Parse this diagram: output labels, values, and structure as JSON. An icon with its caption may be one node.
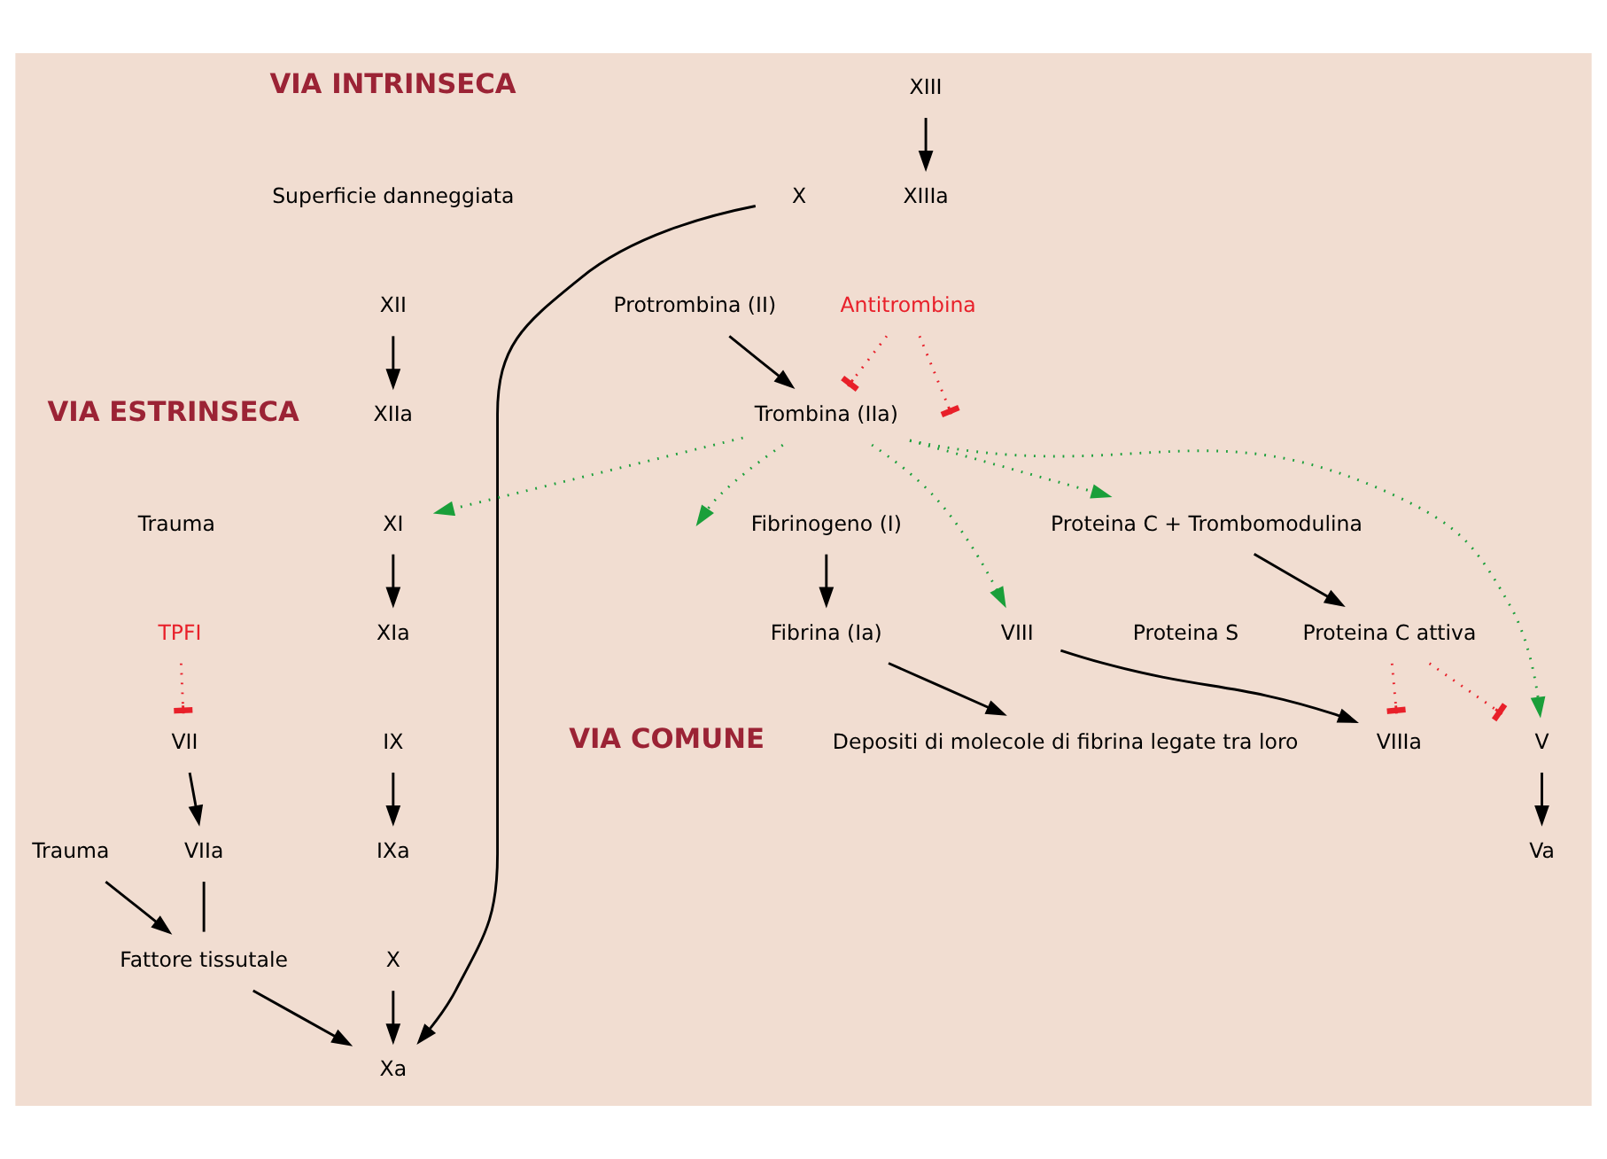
{
  "diagram": {
    "nodes": [
      {
        "text": [
          "XII"
        ]
      },
      {
        "text": [
          "Superficie danneggiata"
        ]
      },
      {
        "text": [
          "XIIa"
        ]
      },
      {
        "text": [
          "XI"
        ]
      },
      {
        "text": [
          "XIa"
        ]
      },
      {
        "text": [
          "IX"
        ]
      },
      {
        "text": [
          "IXa"
        ]
      },
      {
        "text": [
          "X"
        ]
      },
      {
        "text": [
          "Xa"
        ]
      },
      {
        "text": [
          "Protrombina (II)"
        ]
      },
      {
        "text": [
          "Va"
        ]
      },
      {
        "text": [
          "V"
        ]
      },
      {
        "text": [
          "VIIIa"
        ]
      },
      {
        "text": [
          "VIII"
        ]
      },
      {
        "text": [
          "Trauma"
        ]
      },
      {
        "text": [
          "TPFI"
        ]
      },
      {
        "text": [
          "VIIa"
        ]
      },
      {
        "text": [
          "VII"
        ]
      },
      {
        "text": [
          "Fattore tissutale"
        ]
      },
      {
        "text": [
          "Trauma"
        ]
      },
      {
        "text": [
          "Antitrombina"
        ]
      },
      {
        "text": [
          "X"
        ]
      },
      {
        "text": [
          "Trombina (IIa)"
        ]
      },
      {
        "text": [
          "Fibrinogeno (I)"
        ]
      },
      {
        "text": [
          "Fibrina (Ia)"
        ]
      },
      {
        "text": [
          "XIIIa"
        ]
      },
      {
        "text": [
          "XIII"
        ]
      },
      {
        "text": [
          "Depositi di molecole di fibrina legate tra loro"
        ]
      },
      {
        "text": [
          "Proteina C attiva"
        ]
      },
      {
        "text": [
          "Proteina S"
        ]
      },
      {
        "text": [
          "Proteina C + Trombomodulina"
        ]
      }
    ],
    "edges": [
      {
        "from": 0,
        "to": 2,
        "arrow": "to"
      },
      {
        "from": 3,
        "to": 4,
        "arrow": "to"
      },
      {
        "from": 5,
        "to": 6,
        "arrow": "to"
      },
      {
        "from": 7,
        "to": 8,
        "arrow": "to"
      },
      {
        "from": 9,
        "to": 22,
        "arrow": "to"
      },
      {
        "from": 11,
        "to": 10,
        "arrow": "to"
      },
      {
        "from": 13,
        "to": 12,
        "arrow": "to"
      },
      {
        "from": 17,
        "to": 16,
        "arrow": "to"
      },
      {
        "from": 15,
        "to": 17,
        "arrow": "other",
        "style": "dashed",
        "color": "#e8202a"
      },
      {
        "from": 16,
        "to": 18,
        "arrow": "none"
      },
      {
        "from": 18,
        "to": 8,
        "arrow": "to"
      },
      {
        "from": 19,
        "to": 18,
        "arrow": "to"
      },
      {
        "from": 21,
        "to": 8,
        "arrow": "to"
      },
      {
        "from": 20,
        "to": null,
        "arrow": "other",
        "style": "dashed",
        "color": "#e8202a"
      },
      {
        "from": 20,
        "to": 22,
        "arrow": "other",
        "style": "dashed",
        "color": "#e8202a"
      },
      {
        "from": 22,
        "to": 13,
        "arrow": "to",
        "style": "dashed",
        "color": "#1a9f3a"
      },
      {
        "from": 22,
        "to": 11,
        "arrow": "to",
        "style": "dashed",
        "color": "#1a9f3a"
      },
      {
        "from": 22,
        "to": 3,
        "arrow": "to",
        "style": "dashed",
        "color": "#1a9f3a"
      },
      {
        "from": 22,
        "to": 30,
        "arrow": "to",
        "style": "dashed",
        "color": "#1a9f3a"
      },
      {
        "from": 22,
        "to": null,
        "arrow": "to",
        "style": "dashed",
        "color": "#1a9f3a"
      },
      {
        "from": 23,
        "to": 24,
        "arrow": "to"
      },
      {
        "from": 24,
        "to": 27,
        "arrow": "to"
      },
      {
        "from": 26,
        "to": 25,
        "arrow": "to"
      },
      {
        "from": 30,
        "to": 28,
        "arrow": "to"
      },
      {
        "from": 28,
        "to": 12,
        "arrow": "other",
        "style": "dashed",
        "color": "#e8202a"
      },
      {
        "from": 28,
        "to": 11,
        "arrow": "other",
        "style": "dashed",
        "color": "#e8202a"
      }
    ],
    "labels": [
      "VIA INTRINSECA",
      "VIA ESTRINSECA",
      "VIA COMUNE"
    ]
  }
}
